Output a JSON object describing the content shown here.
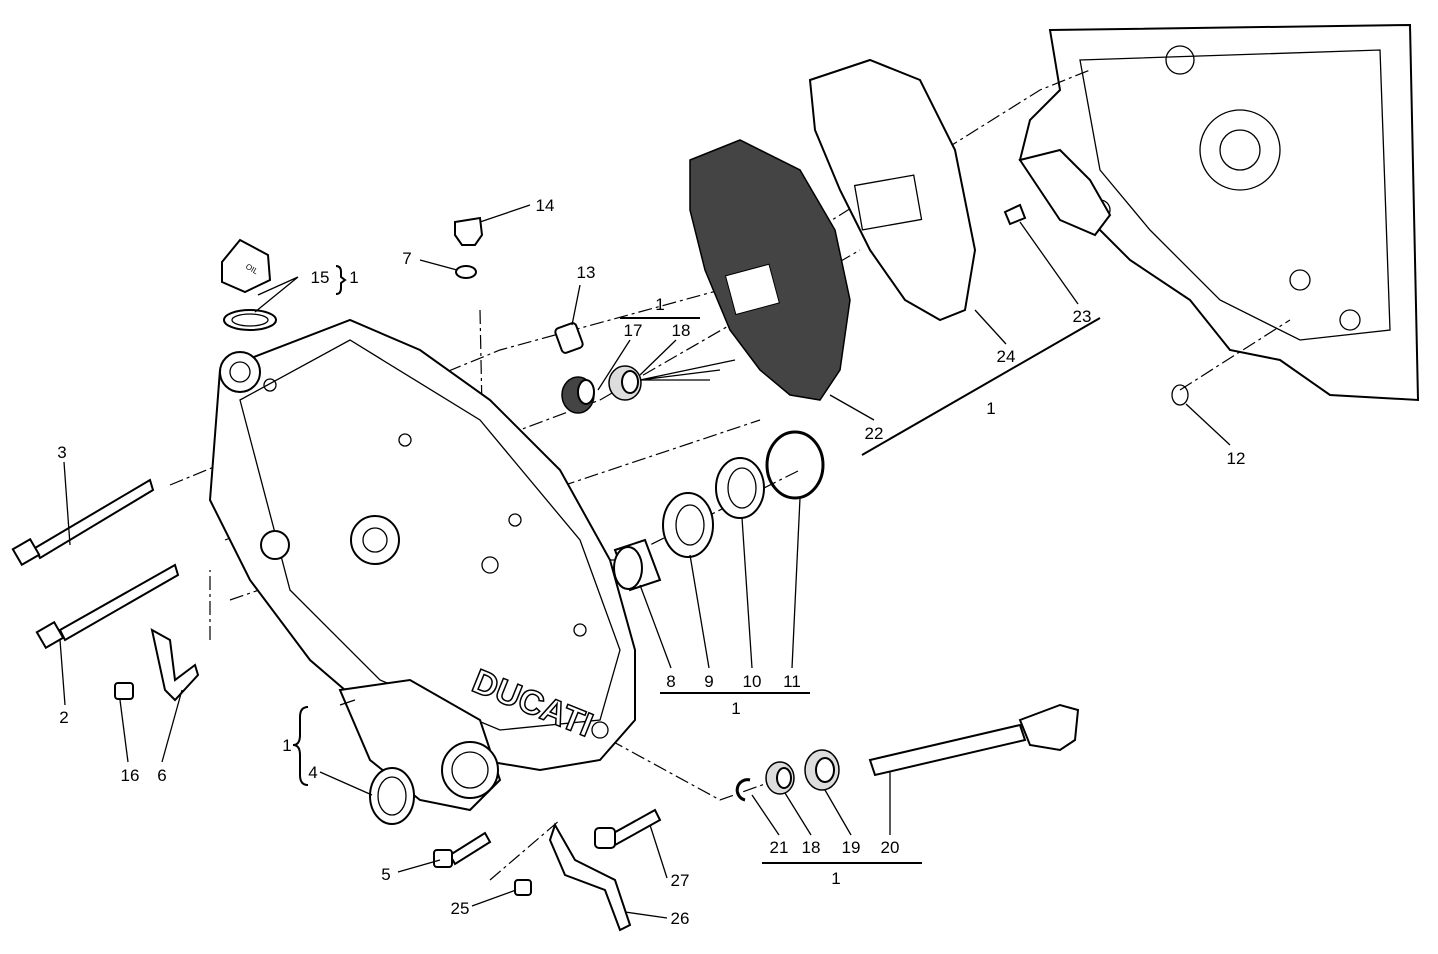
{
  "diagram": {
    "cover_logo_text": "DUCATI",
    "oil_cap_text": "OIL",
    "labels": {
      "p1_cap": "1",
      "p15": "15",
      "p14": "14",
      "p7": "7",
      "p13": "13",
      "p1_spring": "1",
      "p17": "17",
      "p18a": "18",
      "p3": "3",
      "p2": "2",
      "p16": "16",
      "p6": "6",
      "p1_cover": "1",
      "p4": "4",
      "p5": "5",
      "p25": "25",
      "p26": "26",
      "p27": "27",
      "p8": "8",
      "p9": "9",
      "p10": "10",
      "p11": "11",
      "p1_seal": "1",
      "p21": "21",
      "p18b": "18",
      "p19": "19",
      "p20": "20",
      "p1_rod": "1",
      "p22": "22",
      "p24": "24",
      "p23": "23",
      "p1_plate": "1",
      "p12": "12"
    }
  }
}
